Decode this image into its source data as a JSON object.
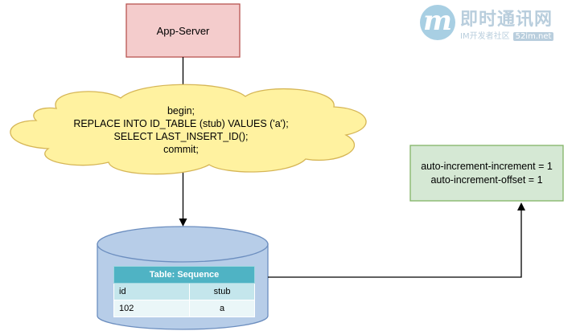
{
  "watermark": {
    "logo_letter": "m",
    "name": "即时通讯网",
    "subtitle": "IM开发者社区",
    "url": "52im.net"
  },
  "app_server": {
    "label": "App-Server",
    "fill": "#f4cccc",
    "stroke": "#b85450"
  },
  "cloud": {
    "lines": [
      "begin;",
      "REPLACE INTO ID_TABLE (stub) VALUES ('a');",
      "SELECT LAST_INSERT_ID();",
      "commit;"
    ],
    "fill": "#fff2a0",
    "stroke": "#d6b656"
  },
  "config_box": {
    "lines": [
      "auto-increment-increment = 1",
      "auto-increment-offset = 1"
    ],
    "fill": "#d5e8d4",
    "stroke": "#82b366"
  },
  "database": {
    "fill": "#b7cde8",
    "stroke": "#6c8ebf",
    "table": {
      "title": "Table: Sequence",
      "columns": [
        "id",
        "stub"
      ],
      "rows": [
        [
          "102",
          "a"
        ]
      ]
    }
  }
}
